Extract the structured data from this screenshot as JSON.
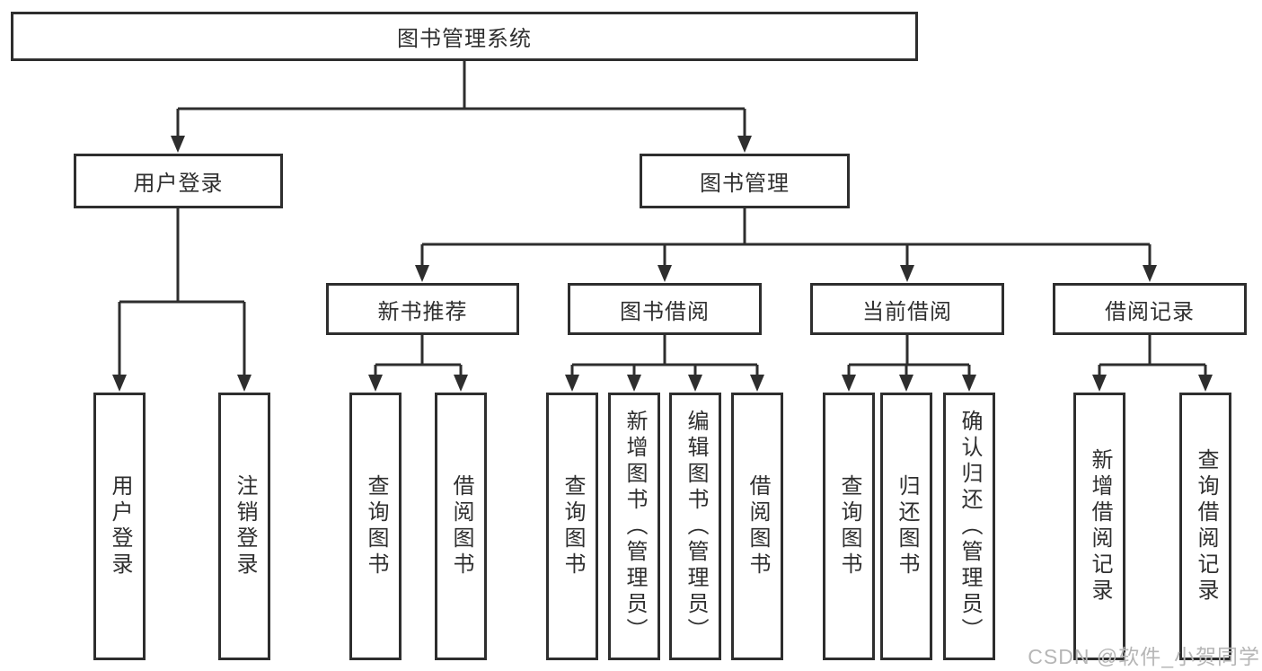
{
  "colors": {
    "line": "#2e2e2e",
    "text": "#2f2f2f",
    "background": "#ffffff",
    "watermark": "#b6b6b6"
  },
  "tree": {
    "root": "图书管理系统",
    "children": [
      {
        "label": "用户登录",
        "children": [
          "用户登录",
          "注销登录"
        ]
      },
      {
        "label": "图书管理",
        "children": [
          {
            "label": "新书推荐",
            "children": [
              "查询图书",
              "借阅图书"
            ]
          },
          {
            "label": "图书借阅",
            "children": [
              "查询图书",
              "新增图书（管理员）",
              "编辑图书（管理员）",
              "借阅图书"
            ]
          },
          {
            "label": "当前借阅",
            "children": [
              "查询图书",
              "归还图书",
              "确认归还（管理员）"
            ]
          },
          {
            "label": "借阅记录",
            "children": [
              "新增借阅记录",
              "查询借阅记录"
            ]
          }
        ]
      }
    ]
  },
  "watermark": "CSDN @软件_小贺同学"
}
